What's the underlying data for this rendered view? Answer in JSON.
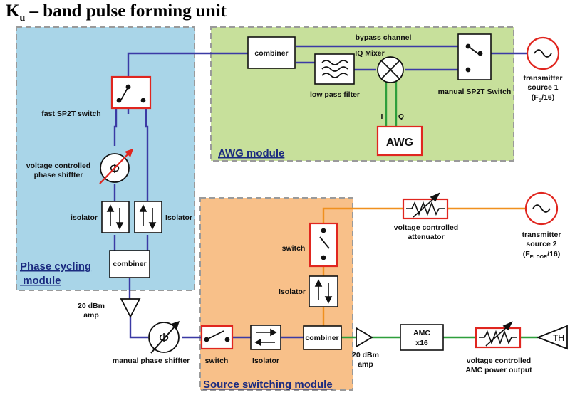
{
  "title": {
    "main": "K",
    "sub": "u",
    "rest": " – band pulse forming unit"
  },
  "modules": {
    "awg": "AWG module",
    "phase_line1": "Phase cycling",
    "phase_line2": " module",
    "source": "Source switching module"
  },
  "labels": {
    "bypass": "bypass channel",
    "combiner": "combiner",
    "iq_mixer": "IQ Mixer",
    "lpf": "low pass filter",
    "manual_sp2t": "manual SP2T Switch",
    "tx1_l1": "transmitter",
    "tx1_l2": "source 1",
    "tx1_l3": "(F",
    "tx1_sub": "s",
    "tx1_end": "/16)",
    "i": "I",
    "q": "Q",
    "awg": "AWG",
    "fast_sp2t": "fast SP2T switch",
    "vcps_l1": "voltage controlled",
    "vcps_l2": "phase shiffter",
    "isolator_left": "isolator",
    "isolator_right": "Isolator",
    "combiner_phase": "combiner",
    "vca_l1": "voltage controlled",
    "vca_l2": "attenuator",
    "tx2_l1": "transmitter",
    "tx2_l2": "source 2",
    "tx2_l3": "(F",
    "tx2_sub": "ELDOR",
    "tx2_end": "/16)",
    "switch_src": "switch",
    "isolator_src": "Isolator",
    "amp1_l1": "20 dBm",
    "amp1_l2": "amp",
    "manual_ps": "manual phase shiffter",
    "switch_bottom": "switch",
    "isolator_bottom": "Isolator",
    "combiner_src": "combiner",
    "amp2_l1": "20 dBm",
    "amp2_l2": "amp",
    "amc_l1": "AMC",
    "amc_l2": "x16",
    "vcamc_l1": "voltage controlled",
    "vcamc_l2": "AMC power output",
    "th": "TH",
    "phi": "Φ"
  },
  "colors": {
    "signal_line": "#3b3aa5",
    "orange_line": "#f0901e",
    "green_line": "#2e9f3b",
    "red_frame": "#e0261f",
    "awg_bg": "#c7e09b",
    "phase_bg": "#a9d5e8",
    "source_bg": "#f8c089",
    "module_text": "#1b2b80"
  }
}
